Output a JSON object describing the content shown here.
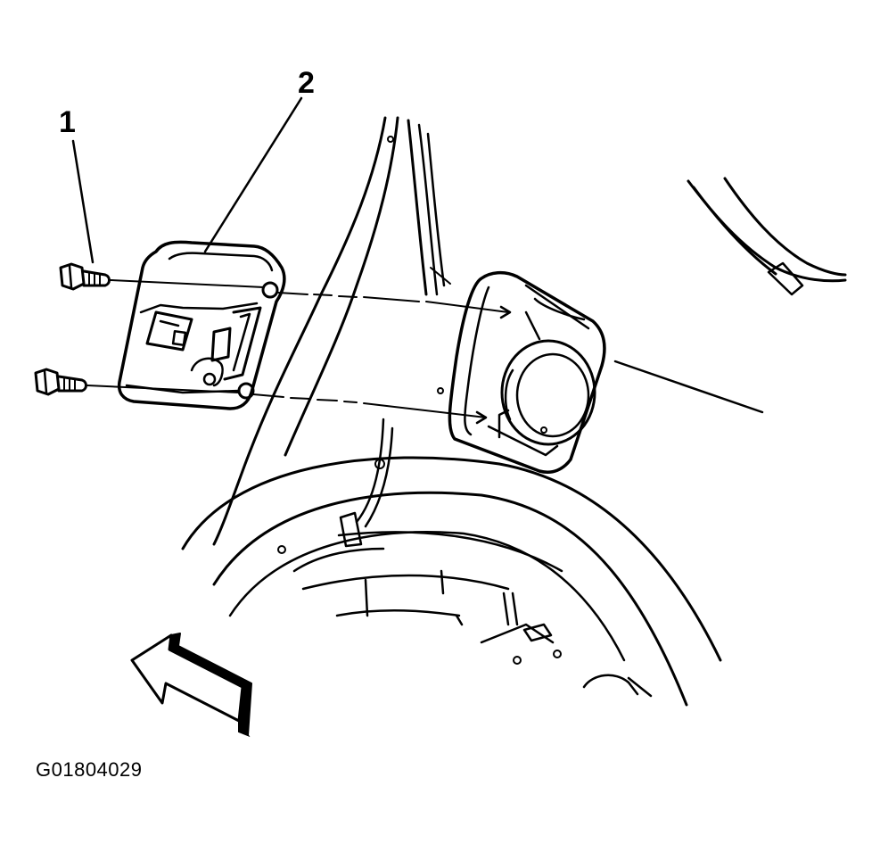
{
  "callouts": [
    {
      "label": "1",
      "part": "bolt"
    },
    {
      "label": "2",
      "part": "fuel-fill-door"
    }
  ],
  "figure_id": "G01804029",
  "colors": {
    "ink": "#000000",
    "paper": "#ffffff"
  }
}
